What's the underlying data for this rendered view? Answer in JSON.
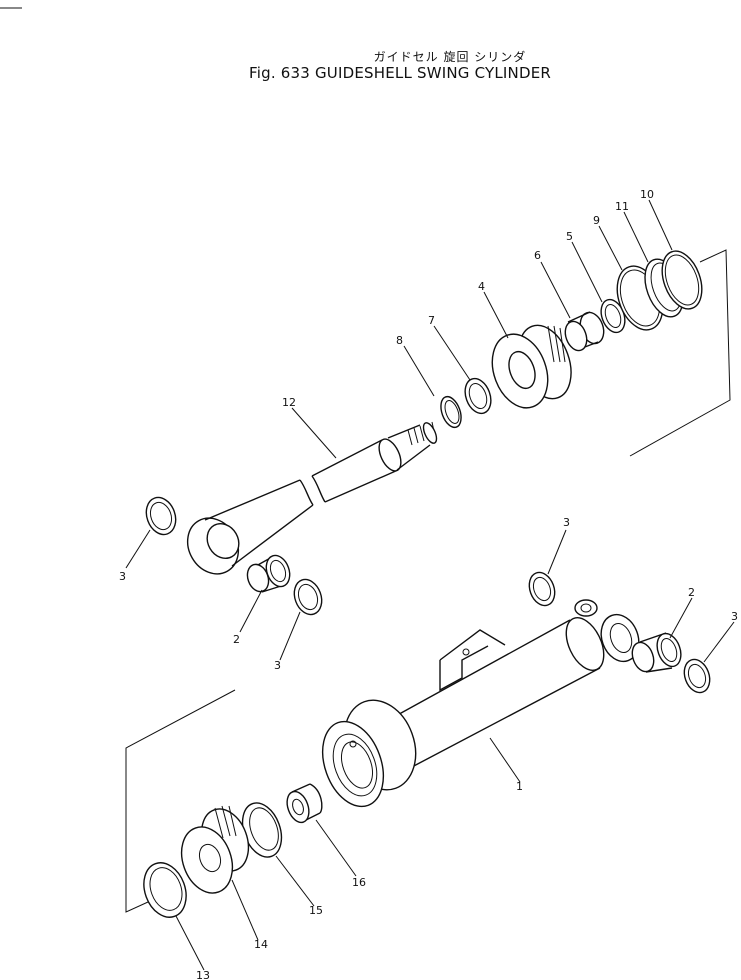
{
  "figure": {
    "title_jp": "ガイドセル 旋回 シリンダ",
    "title_en": "Fig. 633 GUIDESHELL SWING CYLINDER"
  },
  "callouts": {
    "c1": "1",
    "c2a": "2",
    "c2b": "2",
    "c3a": "3",
    "c3b": "3",
    "c3c": "3",
    "c3d": "3",
    "c4": "4",
    "c5": "5",
    "c6": "6",
    "c7": "7",
    "c8": "8",
    "c9": "9",
    "c10": "10",
    "c11": "11",
    "c12": "12",
    "c13": "13",
    "c14": "14",
    "c15": "15",
    "c16": "16"
  }
}
